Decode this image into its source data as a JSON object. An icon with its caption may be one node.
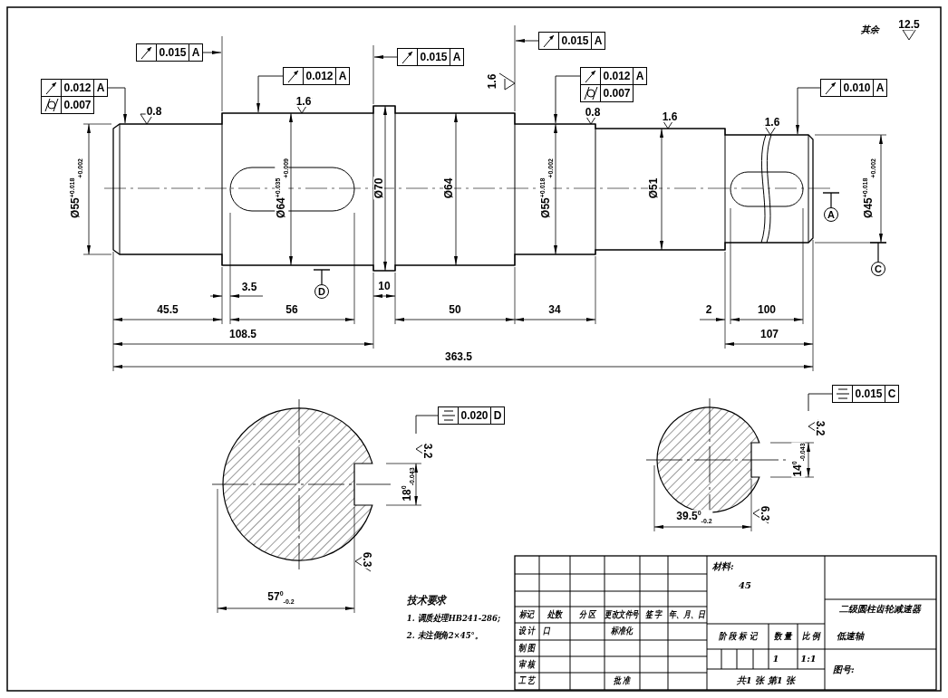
{
  "diagram": {
    "nodes": [
      {
        "text": [
          "0.012",
          "A",
          "0.007"
        ]
      },
      {
        "text": [
          "0.015",
          "A"
        ]
      },
      {
        "text": [
          "0.012",
          "A"
        ]
      },
      {
        "text": [
          "0.015",
          "A"
        ]
      },
      {
        "text": [
          "0.015",
          "A"
        ]
      },
      {
        "text": [
          "0.012",
          "A",
          "0.007"
        ]
      },
      {
        "text": [
          "0.010",
          "A"
        ]
      },
      {
        "text": [
          "0.020",
          "D"
        ]
      },
      {
        "text": [
          "0.015",
          "C"
        ]
      },
      {
        "text": [
          "D"
        ]
      },
      {
        "text": [
          "A"
        ]
      },
      {
        "text": [
          "C"
        ]
      },
      {
        "text": [],
        "shape": "picture"
      }
    ],
    "edges": [
      {
        "from": 0,
        "to": 12,
        "arrow": "to"
      },
      {
        "from": 1,
        "to": null,
        "arrow": "to"
      },
      {
        "from": 2,
        "to": 12,
        "arrow": "to"
      },
      {
        "from": 3,
        "to": null,
        "arrow": "to"
      },
      {
        "from": 4,
        "to": null,
        "arrow": "to"
      },
      {
        "from": 5,
        "to": 12,
        "arrow": "to"
      },
      {
        "from": 6,
        "to": 12,
        "arrow": "to"
      },
      {
        "from": 7,
        "to": null,
        "arrow": "none"
      },
      {
        "from": 8,
        "to": null,
        "arrow": "none"
      },
      {
        "from": 9,
        "to": null,
        "arrow": "other"
      },
      {
        "from": 10,
        "to": null,
        "arrow": "other"
      },
      {
        "from": 11,
        "to": null,
        "arrow": "other"
      }
    ],
    "labels": [
      "其余",
      "12.5",
      "0.8",
      "1.6",
      "1.6",
      "0.8",
      "1.6",
      "1.6",
      "Ø55$^{+0.018}$$_{+0.002}$",
      "Ø64$^{+0.035}$$_{+0.009}$",
      "Ø70",
      "Ø64",
      "Ø55$^{+0.018}$$_{+0.002}$",
      "Ø51",
      "Ø45$^{+0.018}$$_{+0.002}$",
      "3.5",
      "45.5",
      "56",
      "10",
      "50",
      "34",
      "2",
      "100",
      "108.5",
      "107",
      "363.5",
      "3.2",
      "18$^{0}$$_{-0.043}$",
      "6.3",
      "57$^{0}$$_{-0.2}$",
      "3.2",
      "14$^{0}$$_{-0.043}$",
      "39.5$^{0}$$_{-0.2}$",
      "6.3",
      "技术要求",
      "1. 调质处理HB241-286;",
      "2. 未注倒角2×45°。",
      "标记",
      "处数",
      "分 区",
      "更改文件号",
      "签 字",
      "年、月、日",
      "设 计",
      "口",
      "标准化",
      "制 图",
      "审 核",
      "工 艺",
      "批 准",
      "材料:",
      "45",
      "二级圆柱齿轮减速器",
      "阶 段 标 记",
      "数 量",
      "比 例",
      "低速轴",
      "1",
      "1:1",
      "图号:",
      "共1 张 第1 张"
    ]
  }
}
